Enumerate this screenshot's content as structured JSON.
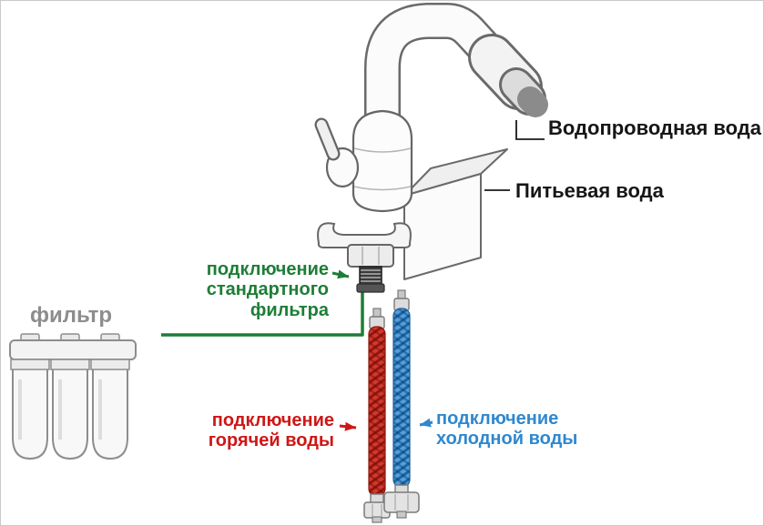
{
  "colors": {
    "green": "#1d7e36",
    "red": "#cf1616",
    "blue": "#2f88cf",
    "black": "#161616",
    "gray": "#8d8d8d"
  },
  "labels": {
    "tap_water": "Водопроводная вода",
    "drinking_water": "Питьевая вода",
    "filter_connection": "подключение стандартного фильтра",
    "filter": "фильтр",
    "hot_water": "подключение горячей воды",
    "cold_water": "подключение холодной воды"
  }
}
